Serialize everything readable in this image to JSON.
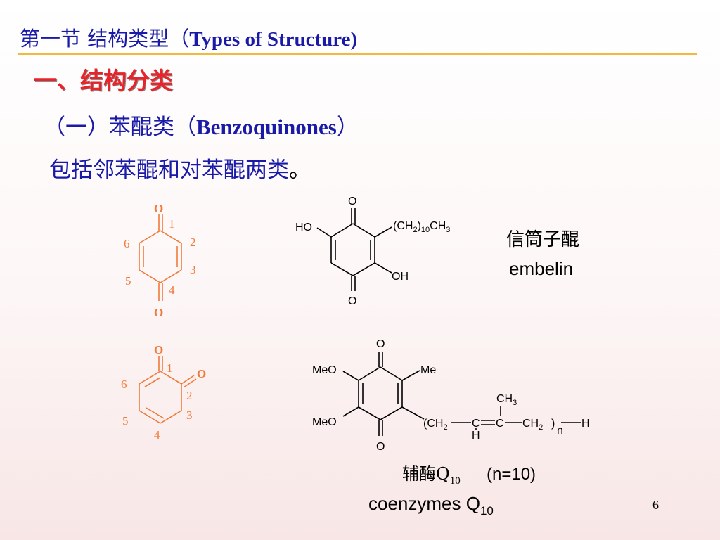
{
  "header": {
    "title_cn": "第一节  结构类型（",
    "title_en": "Types of  Structure)"
  },
  "section": {
    "heading": "一、结构分类",
    "subheading_cn_open": "（一）苯醌类（",
    "subheading_en": "Benzoquinones",
    "subheading_cn_close": "）",
    "body_text": "包括邻苯醌和对苯醌两类",
    "body_punct": "。"
  },
  "structures": {
    "p_benzoquinone": {
      "oxygen_top": "O",
      "oxygen_bottom": "O",
      "numbers": [
        "1",
        "2",
        "3",
        "4",
        "5",
        "6"
      ]
    },
    "o_benzoquinone": {
      "oxygen_top": "O",
      "oxygen_right": "O",
      "numbers": [
        "1",
        "2",
        "3",
        "4",
        "5",
        "6"
      ]
    },
    "embelin": {
      "o_top": "O",
      "o_bottom": "O",
      "ho_group": "HO",
      "oh_group": "OH",
      "chain_open": "(CH",
      "chain_sub1": "2",
      "chain_mid": ")",
      "chain_sub2": "10",
      "chain_end": "CH",
      "chain_sub3": "3",
      "name_cn": "信筒子醌",
      "name_en": "embelin"
    },
    "coenzyme_q10": {
      "o_top": "O",
      "o_bottom": "O",
      "meo_top": "MeO",
      "meo_bottom": "MeO",
      "me": "Me",
      "ch3": "CH",
      "ch3_sub": "3",
      "chain_open": "(CH",
      "chain_sub_a": "2",
      "c1": "C",
      "c2": "C",
      "h_below": "H",
      "ch2_b": "CH",
      "chain_sub_b": "2",
      "chain_close": ")",
      "n_sub": "n",
      "h_end": "H",
      "name_cn": "辅酶Q",
      "name_cn_sub": "10",
      "n_value": "(n=10)",
      "name_en": "coenzymes Q",
      "name_en_sub": "10"
    }
  },
  "page": {
    "number": "6"
  },
  "colors": {
    "title_blue": "#1a1aa8",
    "heading_red": "#e8232a",
    "rule_gold": "#f2b93b",
    "structure_orange": "#f07a3a"
  }
}
